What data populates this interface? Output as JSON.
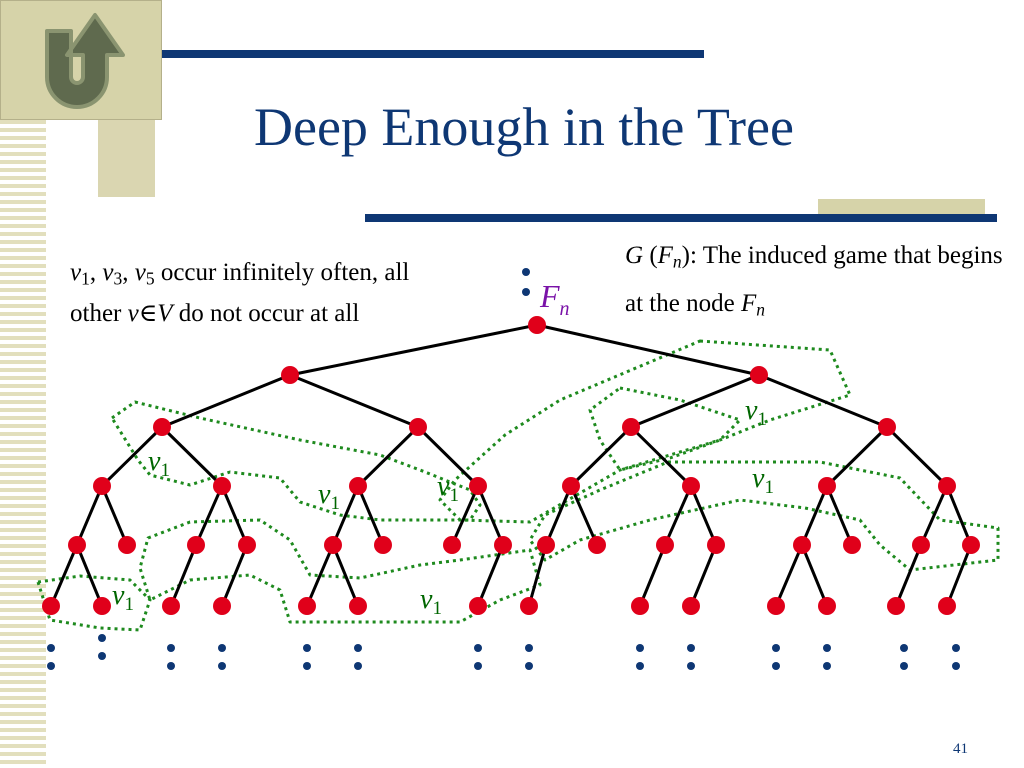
{
  "slide": {
    "title": "Deep Enough in the Tree",
    "page_number": "41",
    "colors": {
      "navy": "#0e3774",
      "khaki": "#d6d3a9",
      "node_red": "#e0001a",
      "green_label": "#006600",
      "dotted_green": "#1e8a1e",
      "purple": "#7a12a8"
    },
    "icons": {
      "logo": "u-turn-arrow-icon"
    }
  },
  "left_text": {
    "v": "v",
    "s1": "1",
    "sep1": ", ",
    "s3": "3",
    "sep2": ", ",
    "s5": "5",
    "t1": " occur infinitely often, all other ",
    "v2": "v",
    "elem": "∈",
    "V": "V",
    "t2": " do not occur at all"
  },
  "right_text": {
    "G": "G",
    "paren_open": " (",
    "F": "F",
    "n": "n",
    "t1": "): The induced game that begins at the node ",
    "F2": "F",
    "n2": "n"
  },
  "tree": {
    "root_label": {
      "main": "F",
      "sub": "n"
    },
    "v1_label": {
      "main": "v",
      "sub": "1"
    }
  }
}
